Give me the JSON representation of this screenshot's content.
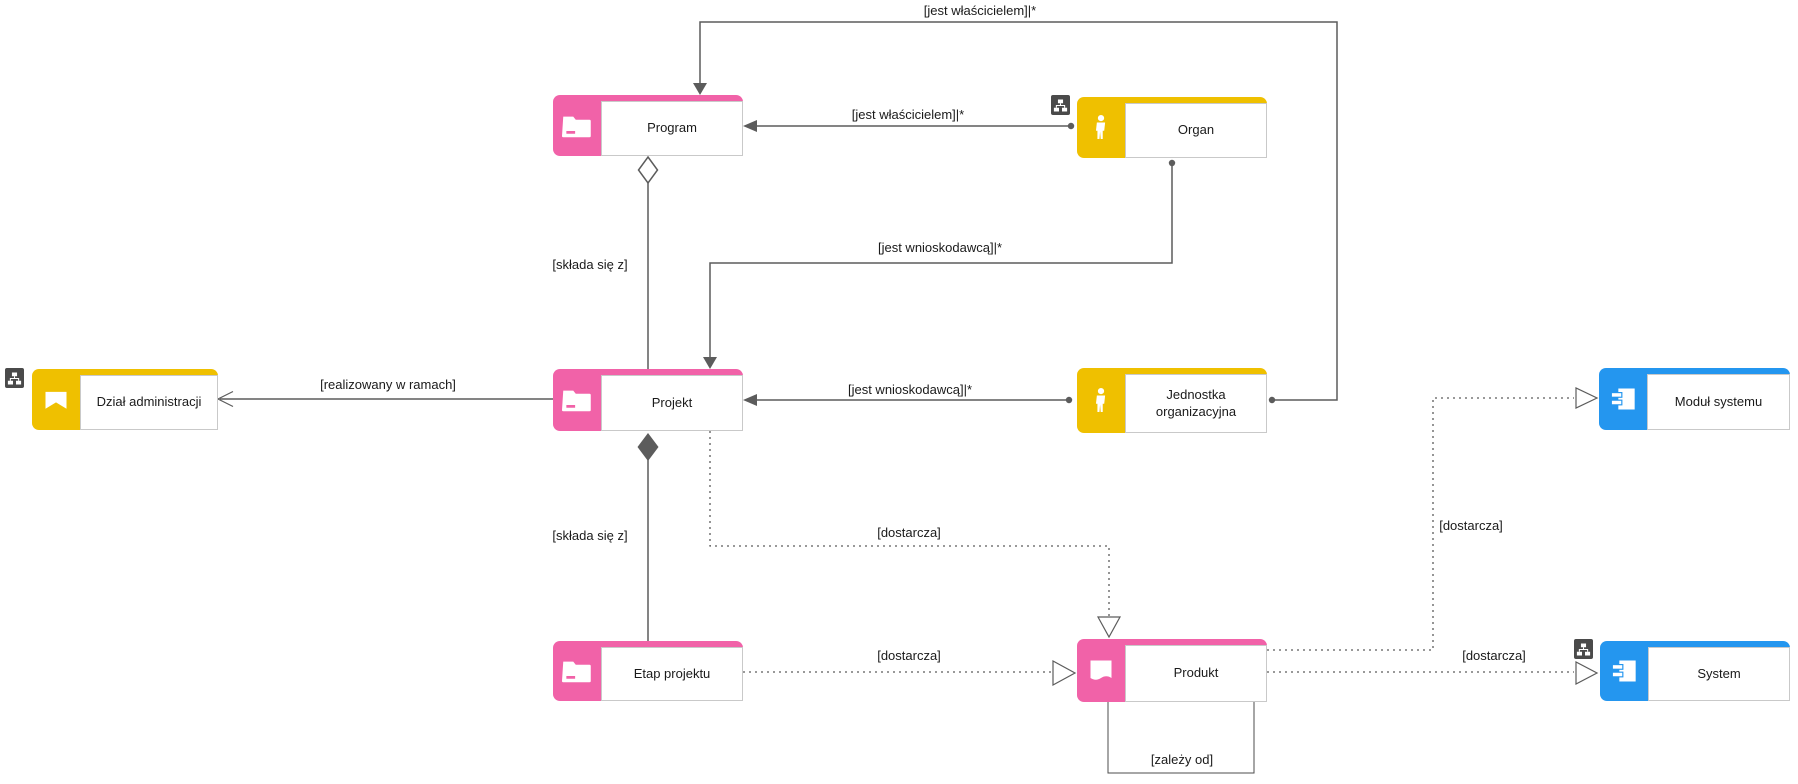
{
  "diagram": {
    "nodes": {
      "program": {
        "label": "Program"
      },
      "organ": {
        "label": "Organ"
      },
      "projekt": {
        "label": "Projekt"
      },
      "jednostka": {
        "label": "Jednostka organizacyjna"
      },
      "dzial": {
        "label": "Dział administracji"
      },
      "modul": {
        "label": "Moduł systemu"
      },
      "etap": {
        "label": "Etap projektu"
      },
      "produkt": {
        "label": "Produkt"
      },
      "system": {
        "label": "System"
      }
    },
    "edge_labels": {
      "owner_top": "[jest właścicielem]|*",
      "owner_mid": "[jest właścicielem]|*",
      "applicant_top": "[jest wnioskodawcą]|*",
      "applicant_mid": "[jest wnioskodawcą]|*",
      "realized_in": "[realizowany w ramach]",
      "consists_of_1": "[składa się z]",
      "consists_of_2": "[składa się z]",
      "delivers_projekt_produkt": "[dostarcza]",
      "delivers_etap_produkt": "[dostarcza]",
      "delivers_produkt_modul": "[dostarcza]",
      "delivers_produkt_system": "[dostarcza]",
      "depends_on": "[zależy od]"
    },
    "colors": {
      "pink": "#f162a8",
      "yellow": "#efc000",
      "blue": "#2496ef",
      "line": "#5c5c5c",
      "badge": "#4a4a4a",
      "node_border": "#c9c9c9"
    }
  }
}
